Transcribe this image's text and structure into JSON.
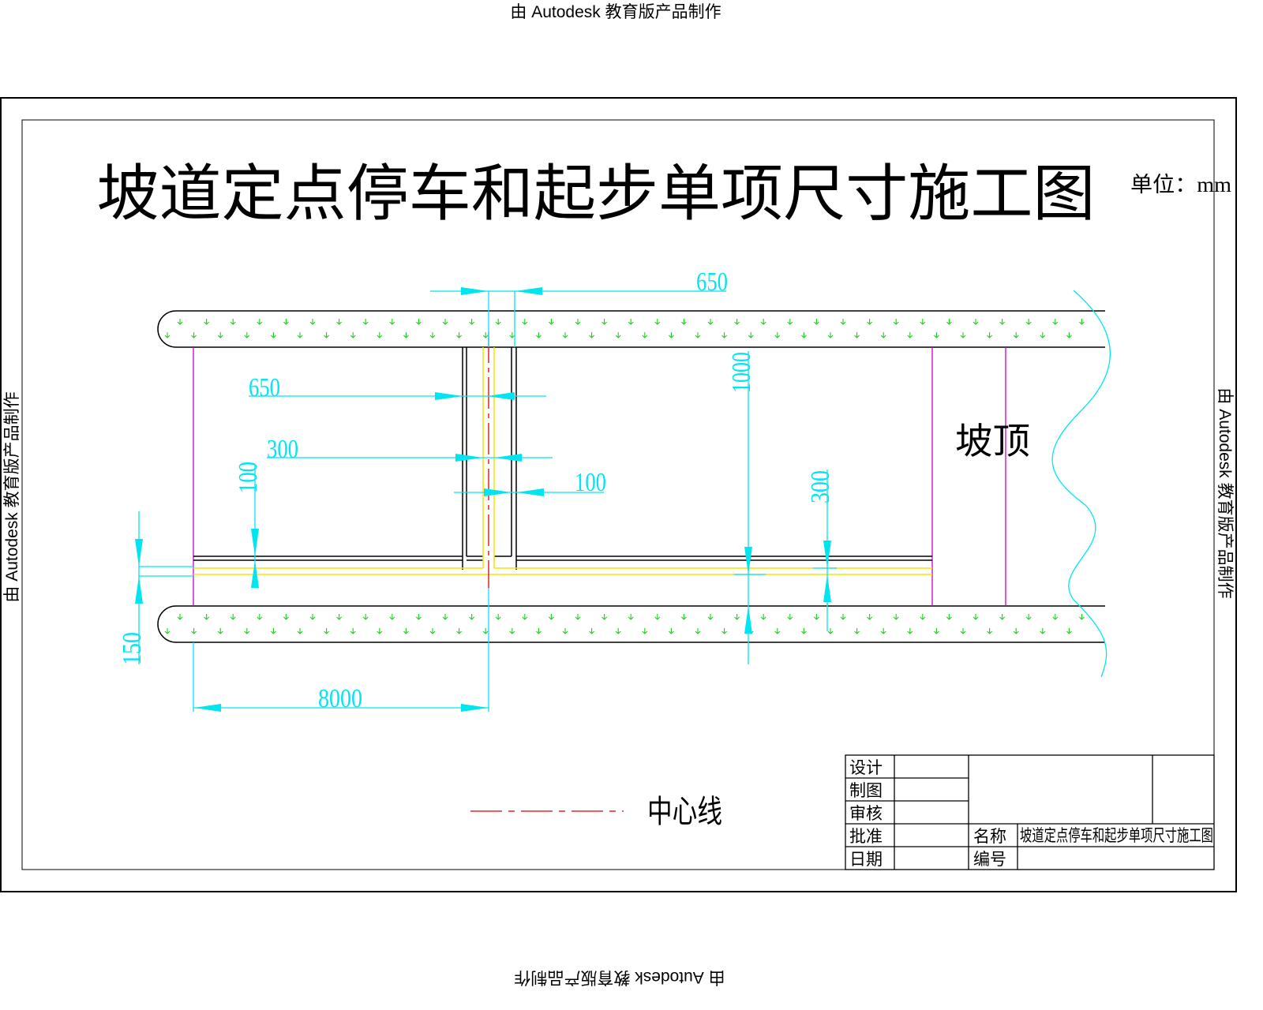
{
  "watermark": {
    "text": "由 Autodesk 教育版产品制作"
  },
  "drawing": {
    "title": "坡道定点停车和起步单项尺寸施工图",
    "unit_label": "单位：mm",
    "slope_top_label": "坡顶",
    "dimensions": {
      "top_gap": "650",
      "left_gap": "650",
      "center_width": "300",
      "right_offset": "100",
      "vertical_100": "100",
      "vertical_1000": "1000",
      "vertical_300": "300",
      "vertical_150": "150",
      "length_8000": "8000"
    },
    "legend": {
      "label": "中心线",
      "color": "#e00000"
    }
  },
  "title_block": {
    "design": "设计",
    "drafting": "制图",
    "review": "审核",
    "approval": "批准",
    "date": "日期",
    "name_label": "名称",
    "name_value": "坡道定点停车和起步单项尺寸施工图",
    "number_label": "编号"
  },
  "colors": {
    "dimension": "#00e5f0",
    "center_line": "#e00000",
    "guide_line": "#f5e400",
    "boundary": "#c800c8",
    "grass": "#22cc22"
  }
}
